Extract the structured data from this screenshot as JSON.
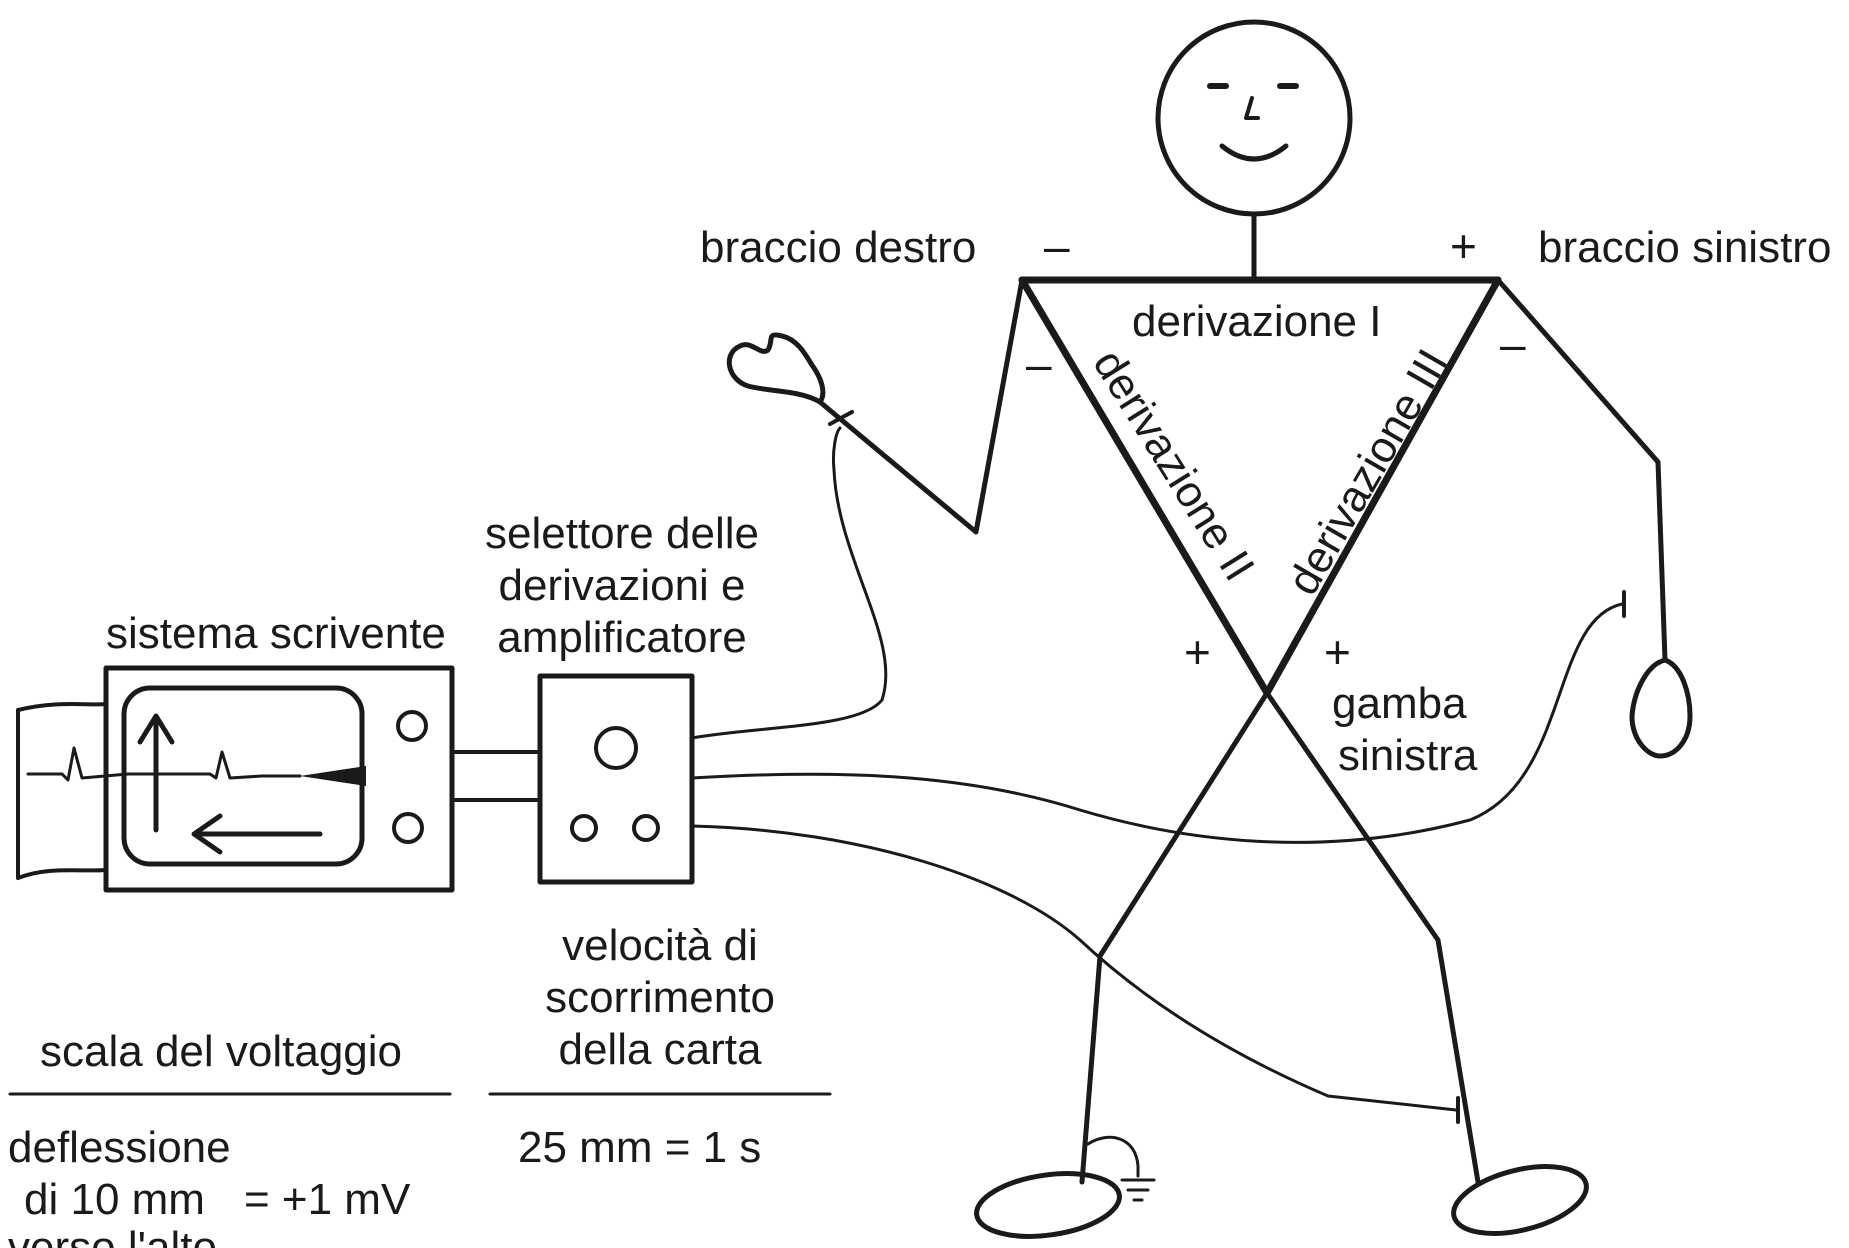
{
  "labels": {
    "right_arm": "braccio destro",
    "left_arm": "braccio sinistro",
    "lead_1": "derivazione I",
    "lead_2": "derivazione II",
    "lead_3": "derivazione III",
    "left_leg_line1": "gamba",
    "left_leg_line2": "sinistra",
    "recorder": "sistema scrivente",
    "selector_line1": "selettore delle",
    "selector_line2": "derivazioni e",
    "selector_line3": "amplificatore",
    "voltage_scale_heading": "scala del voltaggio",
    "voltage_line1": "deflessione",
    "voltage_line2": "di 10 mm",
    "voltage_eq": "= +1 mV",
    "voltage_line3": "verso l'alto",
    "speed_line1": "velocità di",
    "speed_line2": "scorrimento",
    "speed_line3": "della carta",
    "speed_value": "25 mm = 1 s"
  },
  "polarity": {
    "right_arm_top": "–",
    "right_arm_side": "–",
    "left_arm_top": "+",
    "left_arm_side": "–",
    "leg_left": "+",
    "leg_right": "+"
  }
}
